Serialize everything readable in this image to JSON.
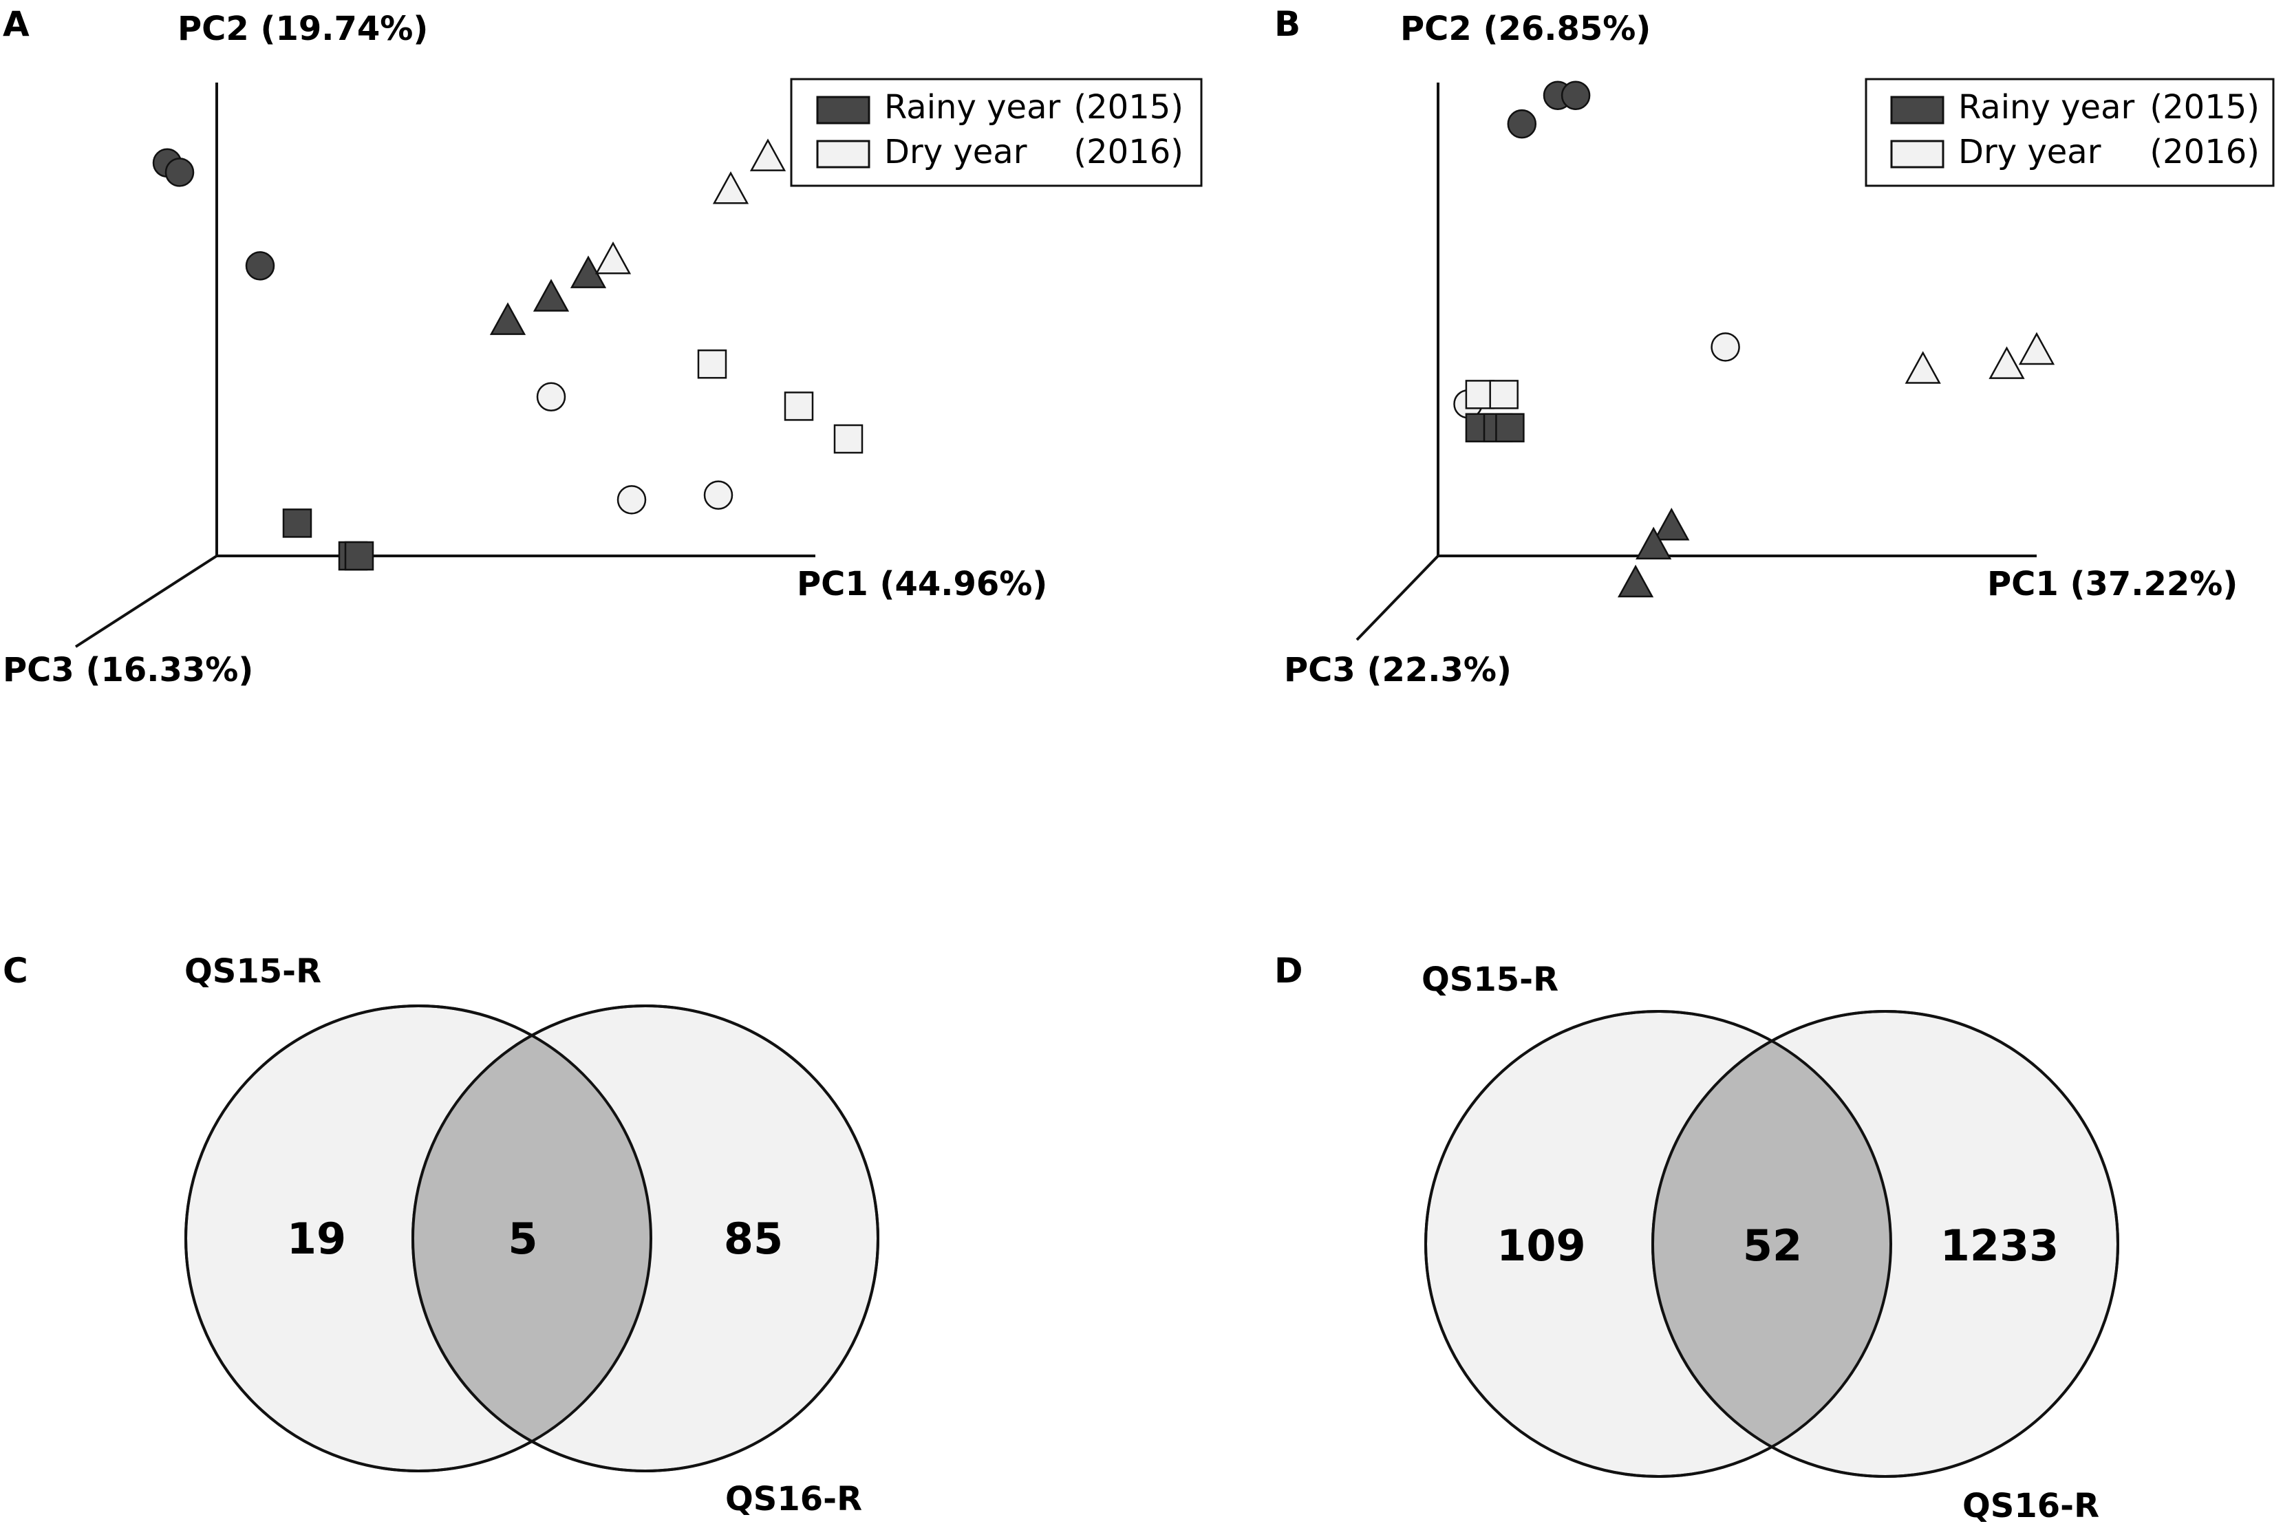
{
  "colors": {
    "dark_fill": "#474747",
    "light_fill": "#f2f2f2",
    "overlap_fill": "#bababa",
    "stroke": "#111111"
  },
  "chart_data": [
    {
      "panel": "A",
      "type": "scatter",
      "projection": "3d",
      "axes": {
        "x": "PC1 (44.96%)",
        "y": "PC2 (19.74%)",
        "z": "PC3 (16.33%)"
      },
      "legend": {
        "placement": "top-right",
        "entries": [
          {
            "label": "Rainy year",
            "year": "(2015)",
            "fill": "dark"
          },
          {
            "label": "Dry year",
            "year": "(2016)",
            "fill": "light"
          }
        ]
      },
      "points": [
        {
          "shape": "circle",
          "fill": "dark",
          "x": -0.08,
          "y": 0.84
        },
        {
          "shape": "circle",
          "fill": "dark",
          "x": -0.06,
          "y": 0.82
        },
        {
          "shape": "circle",
          "fill": "dark",
          "x": 0.07,
          "y": 0.62
        },
        {
          "shape": "triangle",
          "fill": "dark",
          "x": 0.47,
          "y": 0.5
        },
        {
          "shape": "triangle",
          "fill": "dark",
          "x": 0.54,
          "y": 0.55
        },
        {
          "shape": "triangle",
          "fill": "dark",
          "x": 0.6,
          "y": 0.6
        },
        {
          "shape": "triangle",
          "fill": "light",
          "x": 0.64,
          "y": 0.63
        },
        {
          "shape": "triangle",
          "fill": "light",
          "x": 0.83,
          "y": 0.78
        },
        {
          "shape": "triangle",
          "fill": "light",
          "x": 0.89,
          "y": 0.85
        },
        {
          "shape": "square",
          "fill": "dark",
          "x": 0.13,
          "y": 0.07
        },
        {
          "shape": "square",
          "fill": "dark",
          "x": 0.22,
          "y": 0.0
        },
        {
          "shape": "square",
          "fill": "dark",
          "x": 0.23,
          "y": 0.0
        },
        {
          "shape": "square",
          "fill": "light",
          "x": 0.8,
          "y": 0.41
        },
        {
          "shape": "square",
          "fill": "light",
          "x": 0.94,
          "y": 0.32
        },
        {
          "shape": "square",
          "fill": "light",
          "x": 1.02,
          "y": 0.25
        },
        {
          "shape": "circle",
          "fill": "light",
          "x": 0.54,
          "y": 0.34
        },
        {
          "shape": "circle",
          "fill": "light",
          "x": 0.67,
          "y": 0.12
        },
        {
          "shape": "circle",
          "fill": "light",
          "x": 0.81,
          "y": 0.13
        }
      ]
    },
    {
      "panel": "B",
      "type": "scatter",
      "projection": "3d",
      "axes": {
        "x": "PC1 (37.22%)",
        "y": "PC2 (26.85%)",
        "z": "PC3 (22.3%)"
      },
      "legend": {
        "placement": "top-right",
        "entries": [
          {
            "label": "Rainy year",
            "year": "(2015)",
            "fill": "dark"
          },
          {
            "label": "Dry year",
            "year": "(2016)",
            "fill": "light"
          }
        ]
      },
      "points": [
        {
          "shape": "circle",
          "fill": "dark",
          "x": 0.14,
          "y": 0.91
        },
        {
          "shape": "circle",
          "fill": "dark",
          "x": 0.2,
          "y": 0.97
        },
        {
          "shape": "circle",
          "fill": "dark",
          "x": 0.23,
          "y": 0.97
        },
        {
          "shape": "circle",
          "fill": "light",
          "x": 0.05,
          "y": 0.32
        },
        {
          "shape": "circle",
          "fill": "light",
          "x": 0.48,
          "y": 0.44
        },
        {
          "shape": "square",
          "fill": "light",
          "x": 0.07,
          "y": 0.34
        },
        {
          "shape": "square",
          "fill": "light",
          "x": 0.11,
          "y": 0.34
        },
        {
          "shape": "square",
          "fill": "dark",
          "x": 0.07,
          "y": 0.27
        },
        {
          "shape": "square",
          "fill": "dark",
          "x": 0.1,
          "y": 0.27
        },
        {
          "shape": "square",
          "fill": "dark",
          "x": 0.12,
          "y": 0.27
        },
        {
          "shape": "triangle",
          "fill": "dark",
          "x": 0.39,
          "y": 0.06
        },
        {
          "shape": "triangle",
          "fill": "dark",
          "x": 0.36,
          "y": 0.02
        },
        {
          "shape": "triangle",
          "fill": "dark",
          "x": 0.33,
          "y": -0.06
        },
        {
          "shape": "triangle",
          "fill": "light",
          "x": 0.81,
          "y": 0.39
        },
        {
          "shape": "triangle",
          "fill": "light",
          "x": 0.95,
          "y": 0.4
        },
        {
          "shape": "triangle",
          "fill": "light",
          "x": 1.0,
          "y": 0.43
        }
      ]
    },
    {
      "panel": "C",
      "type": "venn",
      "sets": [
        {
          "name": "QS15-R",
          "unique": "19"
        },
        {
          "name": "QS16-R",
          "unique": "85"
        }
      ],
      "intersection": "5"
    },
    {
      "panel": "D",
      "type": "venn",
      "sets": [
        {
          "name": "QS15-R",
          "unique": "109"
        },
        {
          "name": "QS16-R",
          "unique": "1233"
        }
      ],
      "intersection": "52"
    }
  ]
}
